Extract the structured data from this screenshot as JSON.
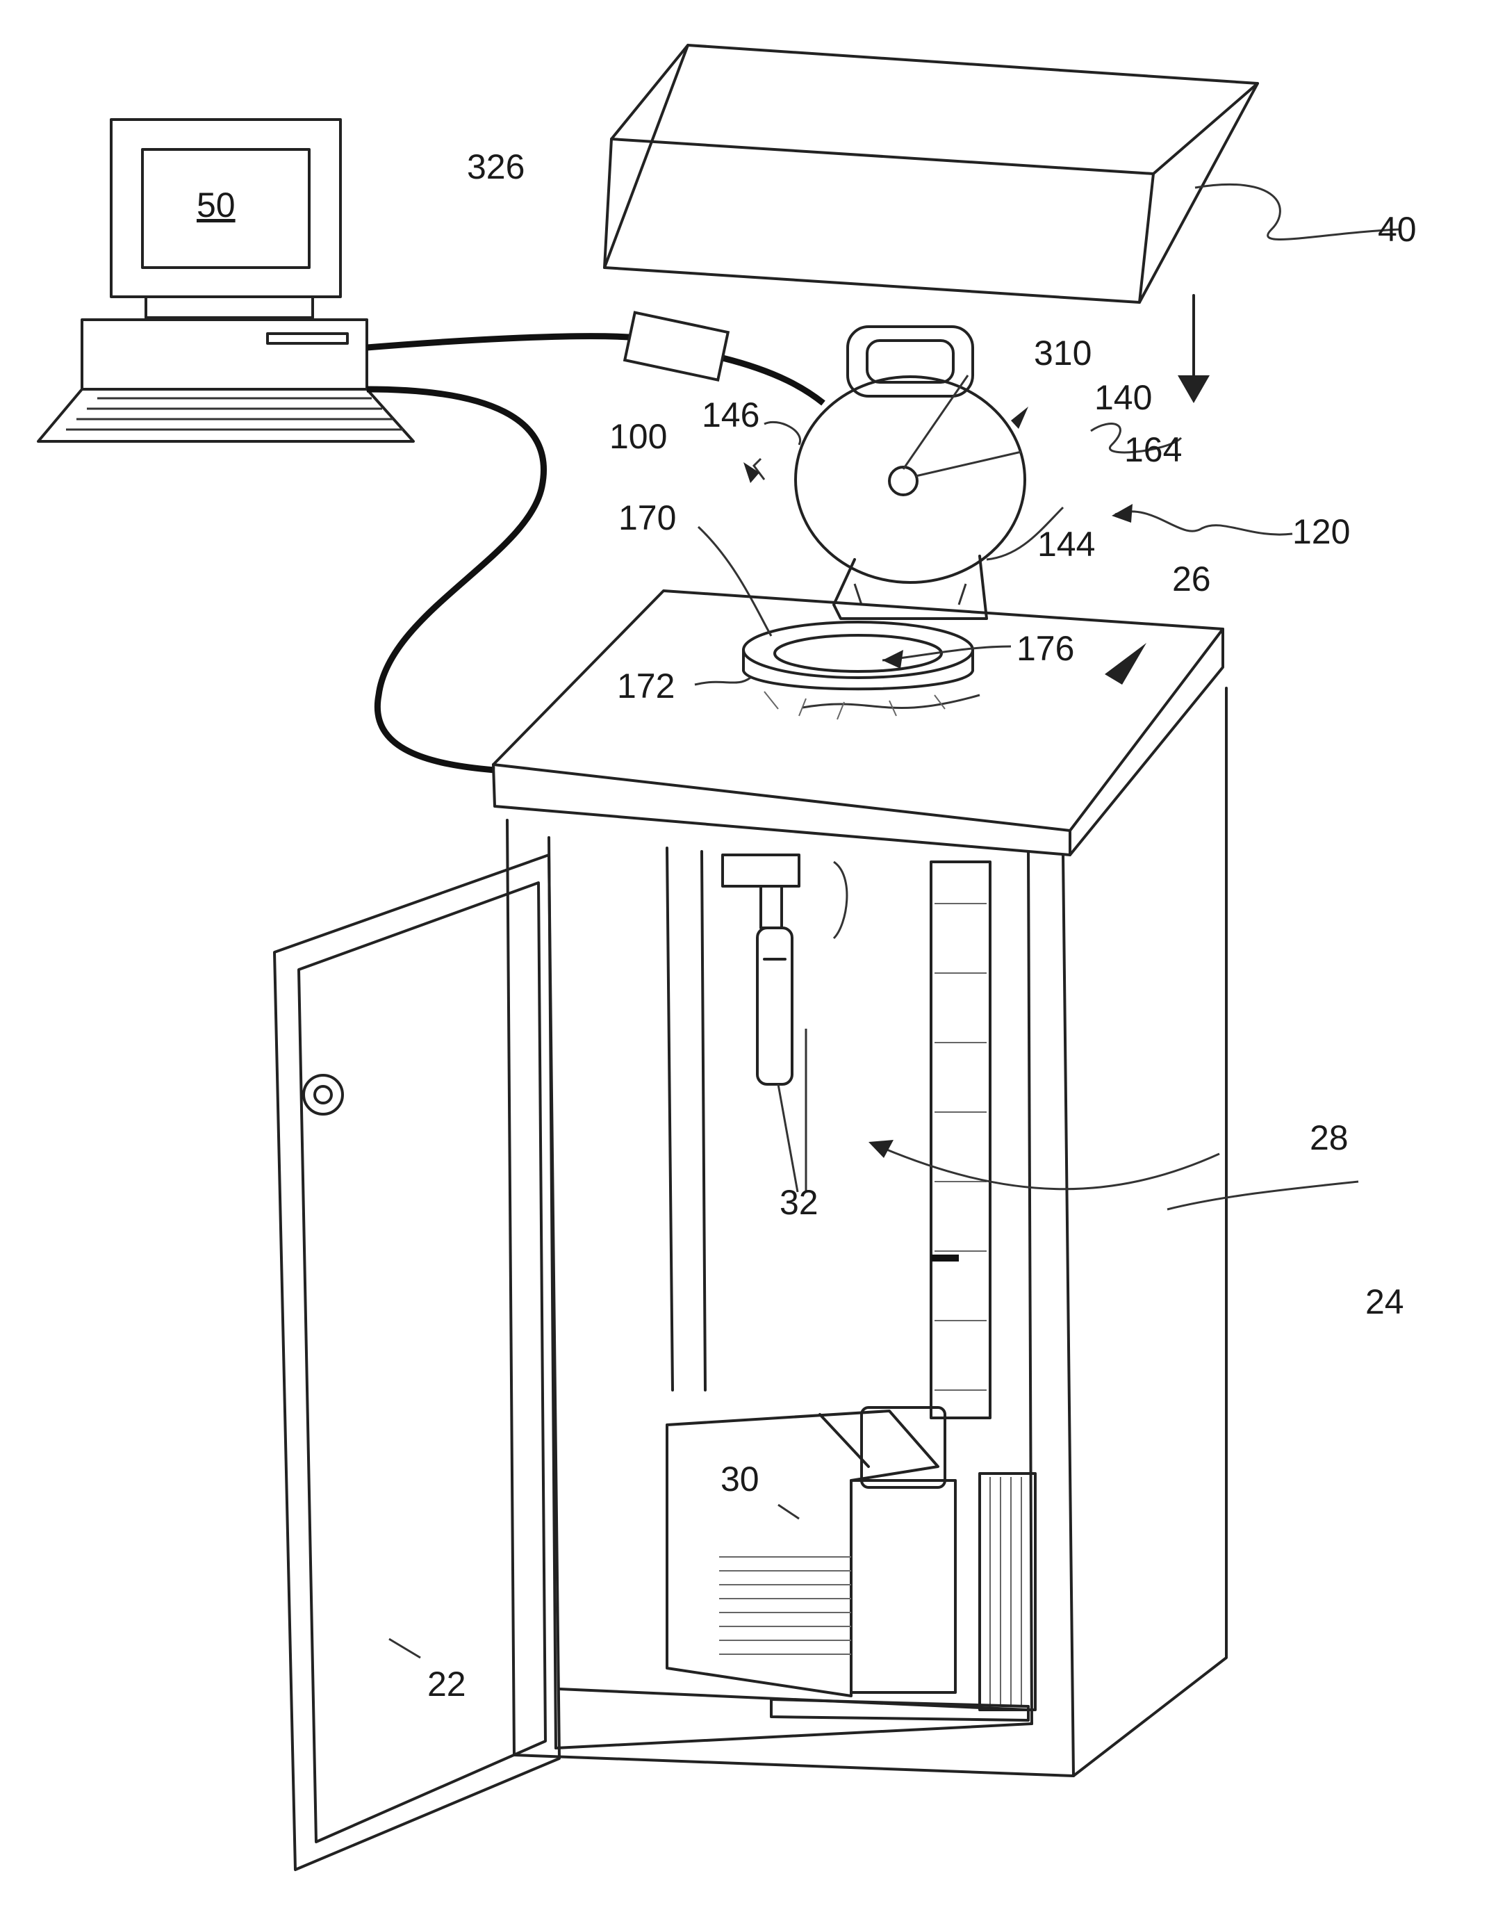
{
  "labels": {
    "computer": "50",
    "connector": "326",
    "lid_block": "40",
    "lid_indicator": "310",
    "dome": "140",
    "dome_side": "146",
    "assembly": "100",
    "dome_center": "164",
    "dome_body": "144",
    "chamber_unit": "120",
    "ring": "170",
    "ring_inner": "176",
    "ring_base": "172",
    "cabinet_top": "26",
    "interior": "28",
    "sensor": "32",
    "cabinet_side": "24",
    "pump": "30",
    "door": "22"
  },
  "colors": {
    "line": "#222222",
    "background": "#ffffff"
  }
}
